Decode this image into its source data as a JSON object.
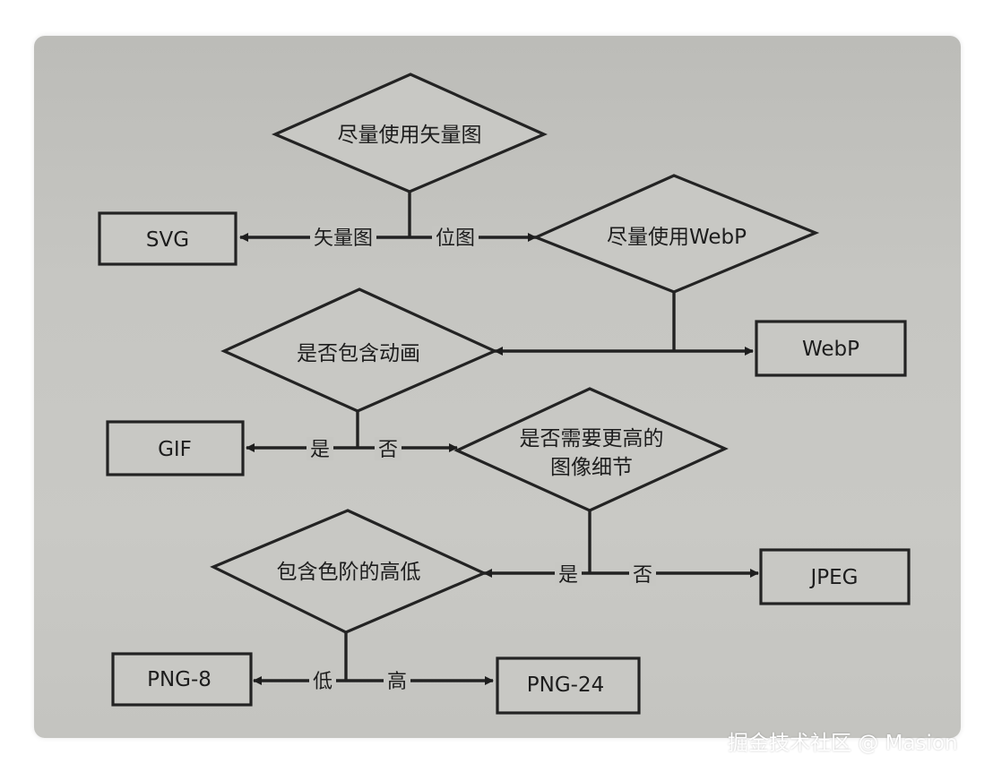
{
  "flowchart": {
    "decisions": {
      "vector": "尽量使用矢量图",
      "webp": "尽量使用WebP",
      "animation": "是否包含动画",
      "detail_line1": "是否需要更高的",
      "detail_line2": "图像细节",
      "color_depth": "包含色阶的高低"
    },
    "outputs": {
      "svg": "SVG",
      "webp": "WebP",
      "gif": "GIF",
      "jpeg": "JPEG",
      "png8": "PNG-8",
      "png24": "PNG-24"
    },
    "edge_labels": {
      "vector": "矢量图",
      "bitmap": "位图",
      "yes_gif": "是",
      "no_detail": "否",
      "yes_color": "是",
      "no_jpeg": "否",
      "low": "低",
      "high": "高"
    }
  },
  "watermark": "掘金技术社区 @ Masion"
}
